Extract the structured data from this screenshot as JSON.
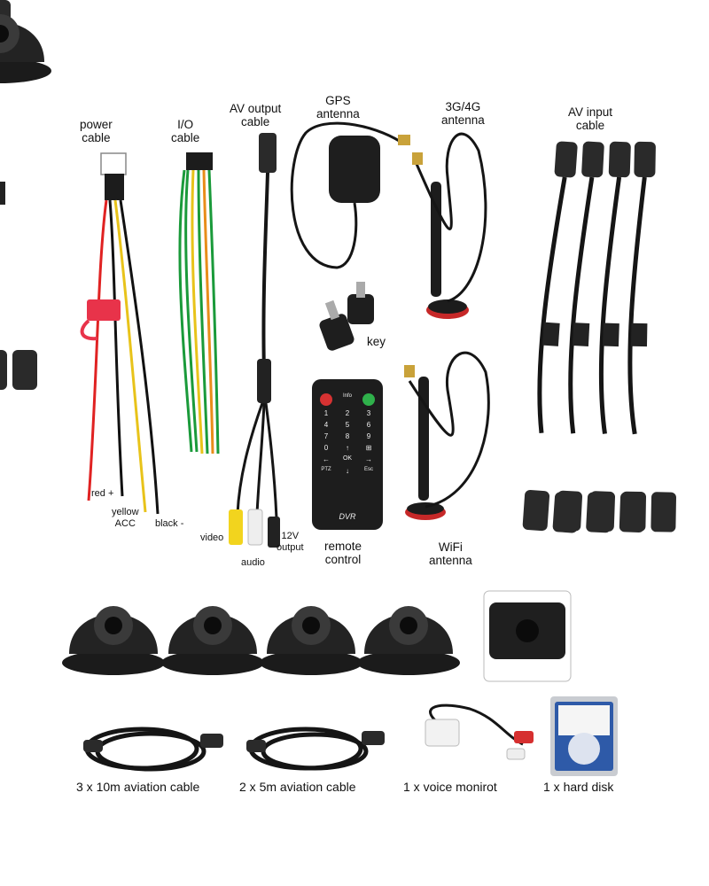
{
  "labels": {
    "power_cable": [
      "power",
      "cable"
    ],
    "io_cable": [
      "I/O",
      "cable"
    ],
    "av_output_cable": [
      "AV output",
      "cable"
    ],
    "gps_antenna": [
      "GPS",
      "antenna"
    ],
    "cellular_antenna": [
      "3G/4G",
      "antenna"
    ],
    "av_input_cable": [
      "AV input",
      "cable"
    ],
    "key": "key",
    "remote_control": [
      "remote",
      "control"
    ],
    "wifi_antenna": [
      "WiFi",
      "antenna"
    ],
    "wire_red": "red +",
    "wire_yellow": [
      "yellow",
      "ACC"
    ],
    "wire_black": "black -",
    "video": "video",
    "audio": "audio",
    "output_12v": [
      "12V",
      "output"
    ]
  },
  "remote": {
    "keys": [
      [
        "",
        "Info",
        ""
      ],
      [
        "1",
        "2",
        "3"
      ],
      [
        "4",
        "5",
        "6"
      ],
      [
        "7",
        "8",
        "9"
      ],
      [
        "0",
        "↑",
        "⊞"
      ],
      [
        "←",
        "OK",
        "→"
      ],
      [
        "PTZ",
        "↓",
        "Esc"
      ]
    ],
    "brand": "DVR"
  },
  "captions": [
    "3 x 10m aviation cable",
    "2 x 5m aviation cable",
    "1 x voice monirot",
    "1 x hard disk"
  ]
}
